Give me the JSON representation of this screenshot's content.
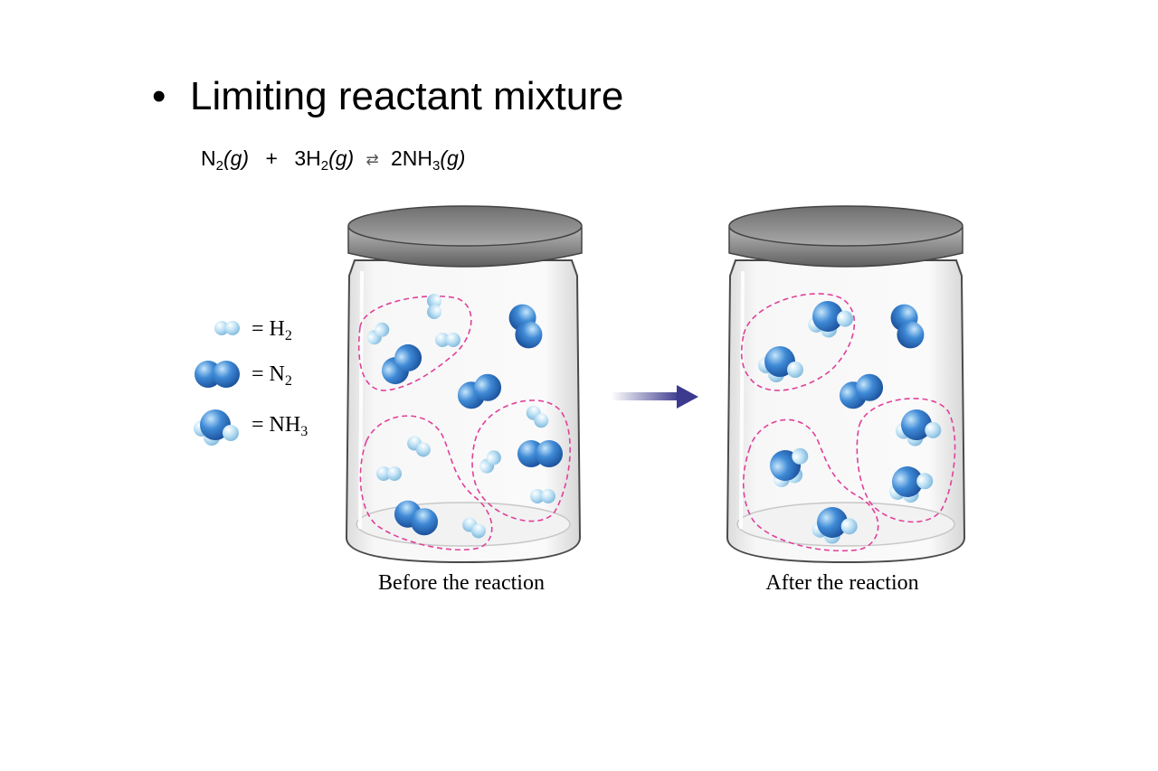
{
  "slide": {
    "bullet": "•",
    "title": "Limiting reactant mixture"
  },
  "equation": {
    "n2": "N",
    "n2_sub": "2",
    "n2_state": "(g)",
    "plus": "+",
    "h2_coef": "3H",
    "h2_sub": "2",
    "h2_state": "(g)",
    "arrow": "⇄",
    "nh3_coef": "2NH",
    "nh3_sub": "3",
    "nh3_state": "(g)"
  },
  "legend": {
    "h2": {
      "prefix": "= H",
      "sub": "2"
    },
    "n2": {
      "prefix": "= N",
      "sub": "2"
    },
    "nh3": {
      "prefix": "= NH",
      "sub": "3"
    }
  },
  "captions": {
    "before": "Before the reaction",
    "after": "After the reaction"
  },
  "colors": {
    "n_atom": "#2a6fc0",
    "h_atom": "#a8d4ee",
    "dashed_loop": "#e0409a",
    "arrow": "#3b3a8e",
    "lid": "#8a8a8a"
  }
}
